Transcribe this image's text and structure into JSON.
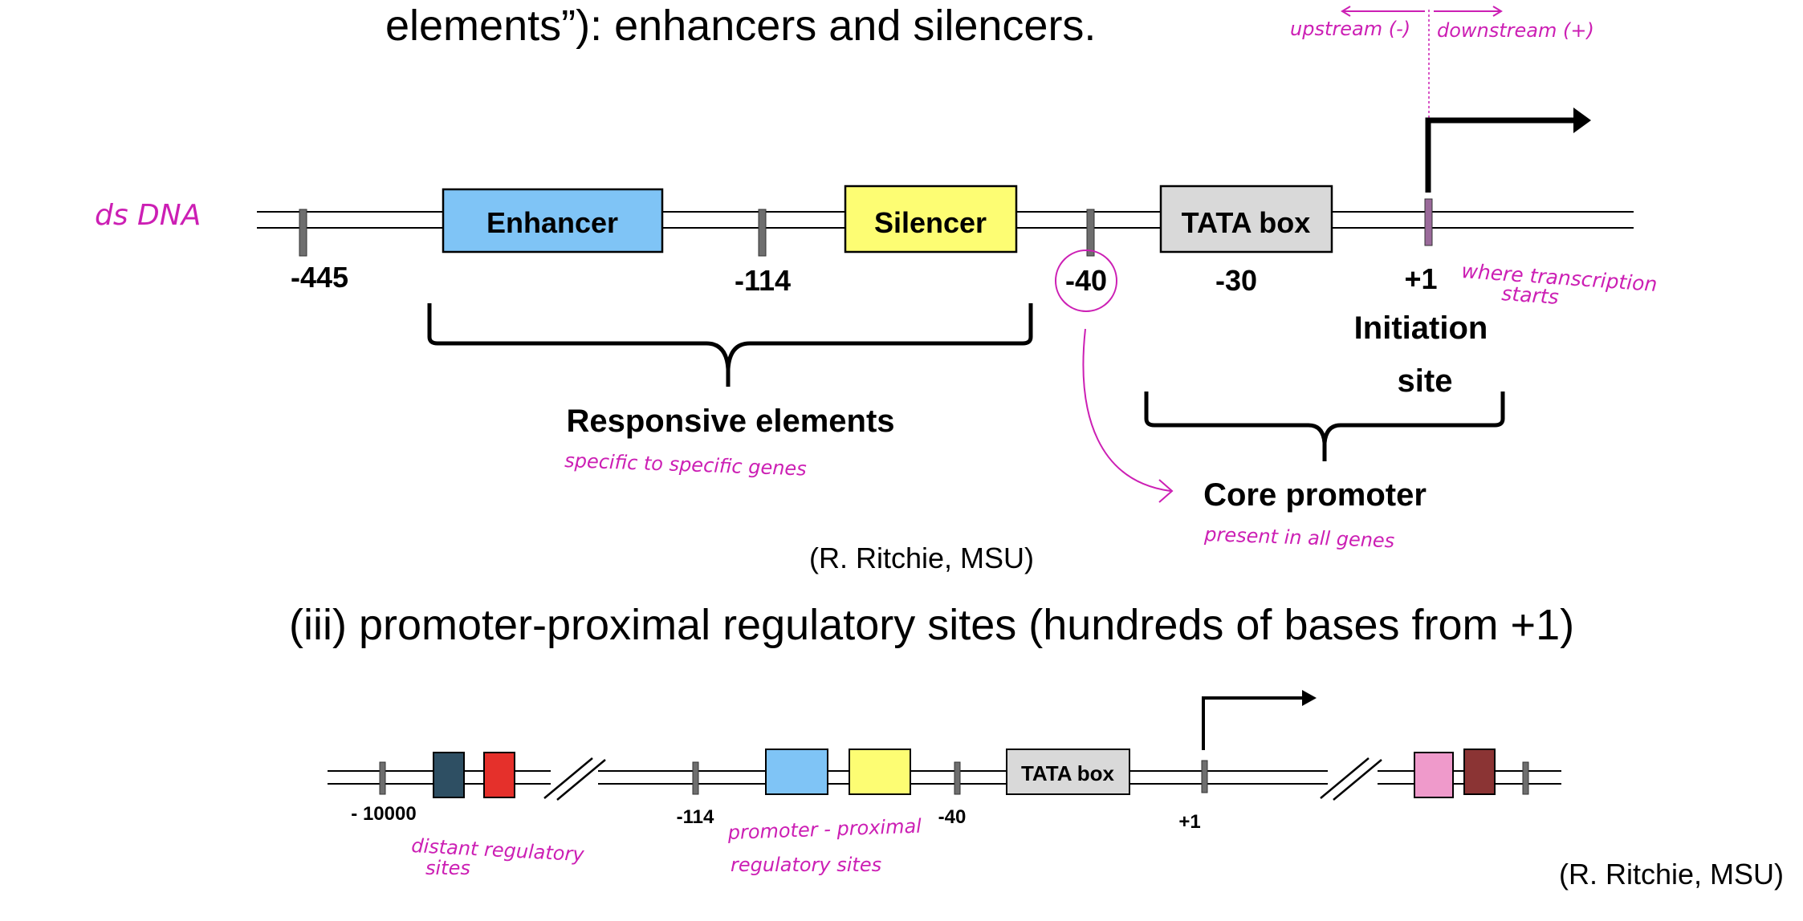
{
  "header": {
    "line": "elements”): enhancers and silencers."
  },
  "colors": {
    "annotation": "#cc1fb4",
    "enhancer": "#7fc4f6",
    "silencer": "#fdfd73",
    "tata": "#d9d9d9",
    "distal1": "#2e4f63",
    "distal2": "#e5302b",
    "downstream1": "#ef9acb",
    "downstream2": "#8b3434",
    "tick": "#6e6e6e"
  },
  "top_diagram": {
    "dna_label": "ds DNA",
    "direction": {
      "upstream": "upstream (-)",
      "downstream": "downstream (+)"
    },
    "boxes": {
      "enhancer": "Enhancer",
      "silencer": "Silencer",
      "tata": "TATA box"
    },
    "positions": {
      "p445": "-445",
      "p114": "-114",
      "p40": "-40",
      "p30": "-30",
      "p1": "+1"
    },
    "initiation": {
      "line1": "Initiation",
      "line2": "site"
    },
    "transcription_note": {
      "line1": "where transcription",
      "line2": "starts"
    },
    "responsive": {
      "label": "Responsive elements",
      "note": "specific to specific genes"
    },
    "core": {
      "label": "Core promoter",
      "note": "present in all genes"
    },
    "credit": "(R. Ritchie, MSU)"
  },
  "section_heading": "(iii)  promoter-proximal regulatory sites (hundreds of bases from +1)",
  "bottom_diagram": {
    "tata": "TATA box",
    "positions": {
      "p10000": "- 10000",
      "p114": "-114",
      "p40": "-40",
      "p1": "+1"
    },
    "distal_note": {
      "line1": "distant regulatory",
      "line2": "sites"
    },
    "proximal_note": {
      "line1": "promoter - proximal",
      "line2": "regulatory sites"
    },
    "credit": "(R. Ritchie, MSU)"
  }
}
